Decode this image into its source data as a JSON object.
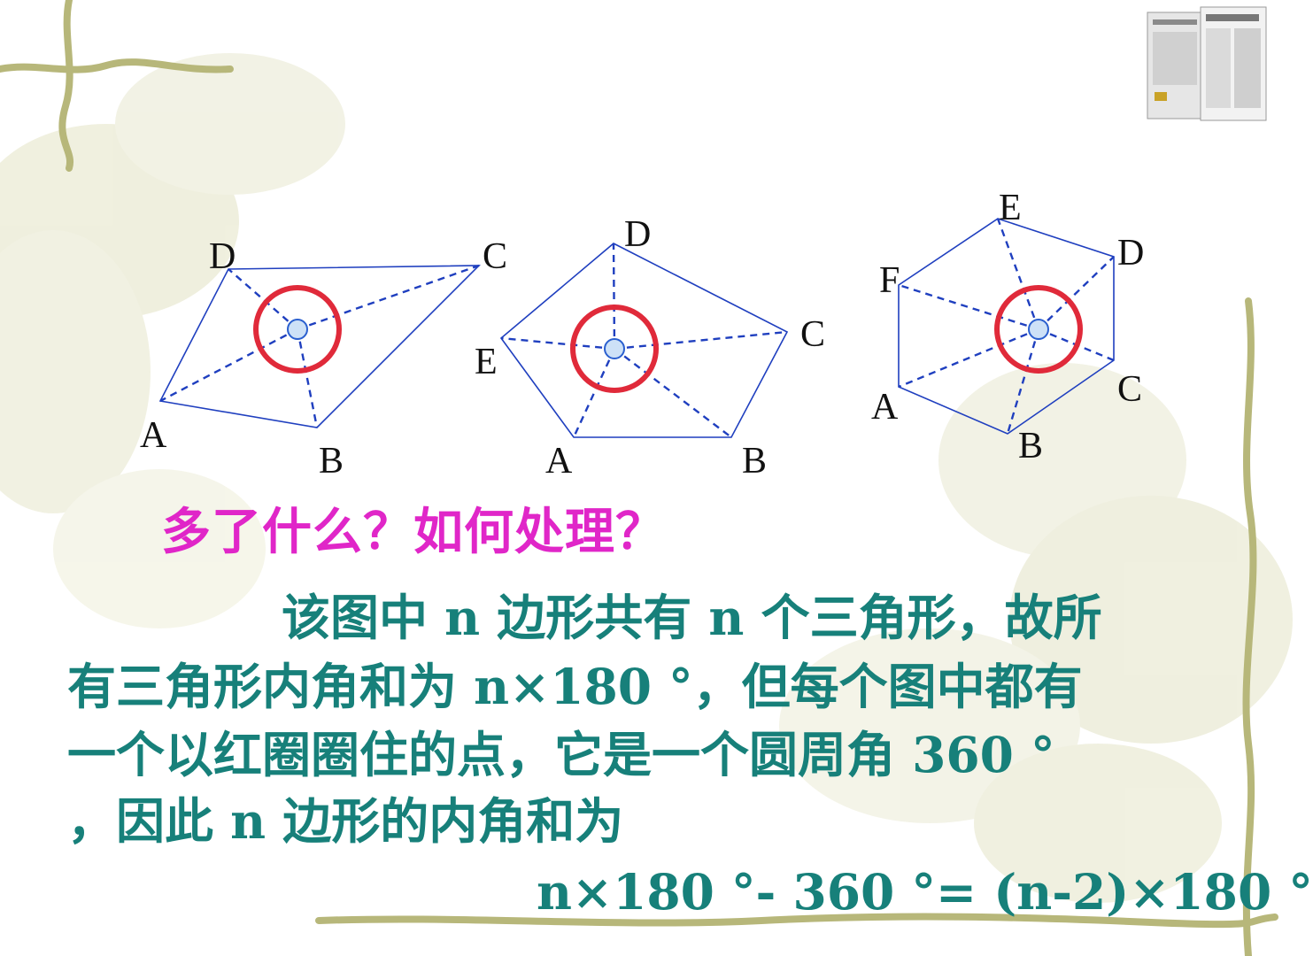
{
  "colors": {
    "polygon": "#1f3fbf",
    "ring": "#e02a3a",
    "question": "#e026c8",
    "explanation": "#17807a"
  },
  "figures": [
    {
      "name": "quadrilateral",
      "vertices": [
        "A",
        "B",
        "C",
        "D"
      ]
    },
    {
      "name": "pentagon",
      "vertices": [
        "A",
        "B",
        "C",
        "D",
        "E"
      ]
    },
    {
      "name": "hexagon",
      "vertices": [
        "A",
        "B",
        "C",
        "D",
        "E",
        "F"
      ]
    }
  ],
  "question": "多了什么？如何处理？",
  "explanation": {
    "line1": "该图中 n 边形共有 n 个三角形，故所",
    "line2": "有三角形内角和为 n×180 °，但每个图中都有",
    "line3": "一个以红圈圈住的点，它是一个圆周角 360 °",
    "line4": "，因此 n 边形的内角和为",
    "formula": "n×180 °- 360 °= (n-2)×180 °"
  }
}
